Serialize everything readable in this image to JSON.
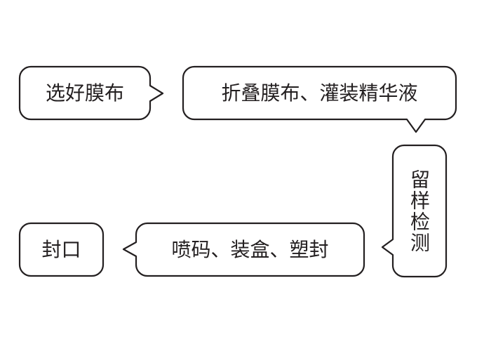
{
  "diagram": {
    "line_color": "#231f20",
    "fill_color": "#ffffff",
    "steps": [
      {
        "id": "select",
        "label": "选好膜布"
      },
      {
        "id": "fold",
        "label": "折叠膜布、灌装精华液"
      },
      {
        "id": "sample",
        "label": "留样检测"
      },
      {
        "id": "code",
        "label": "喷码、装盒、塑封"
      },
      {
        "id": "seal",
        "label": "封口"
      }
    ]
  }
}
